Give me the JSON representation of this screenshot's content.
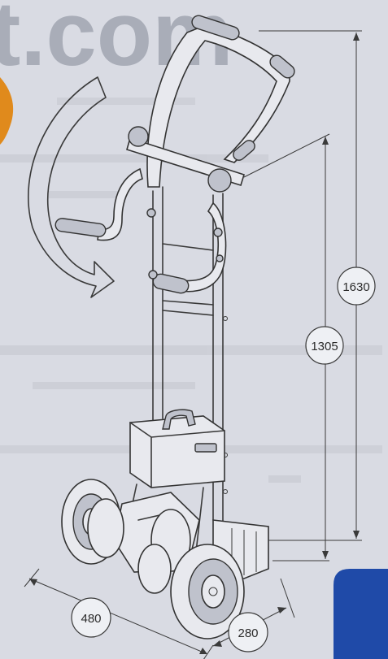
{
  "background": {
    "watermark": "t.com",
    "color": "#d9dbe3",
    "corner_accents": [
      "#e08a1c",
      "#1f4aa8"
    ]
  },
  "dimensions": {
    "total_height": "1630",
    "frame_height": "1305",
    "width": "480",
    "depth": "280"
  },
  "icons": [
    "rotation-arrow-icon"
  ]
}
